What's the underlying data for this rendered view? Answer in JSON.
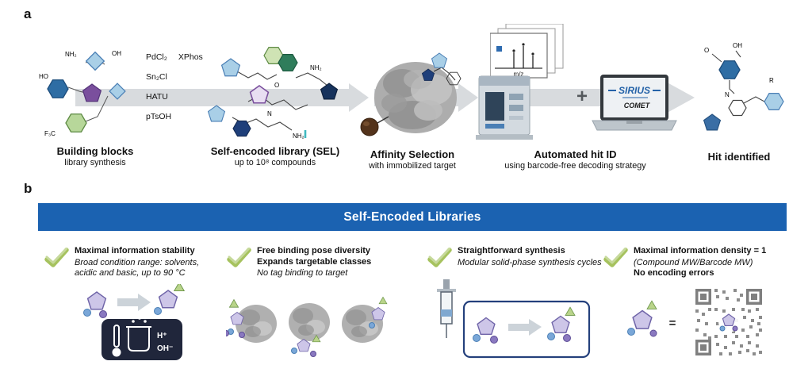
{
  "colors": {
    "banner_blue": "#1b62b1",
    "check_green": "#a6c25e",
    "arrow_gray": "#d8dbde",
    "sirius_blue": "#2563a8"
  },
  "panel_a": {
    "label": "a",
    "reagents": {
      "r1": "PdCl₂",
      "r2": "XPhos",
      "r3": "Sn₂Cl",
      "r4": "HATU",
      "r5": "pTsOH"
    },
    "stages": [
      {
        "title": "Building blocks",
        "subtitle": "library synthesis"
      },
      {
        "title": "Self-encoded library (SEL)",
        "subtitle": "up to 10⁸ compounds"
      },
      {
        "title": "Affinity Selection",
        "subtitle": "with immobilized target"
      },
      {
        "title": "Automated hit ID",
        "subtitle": "using barcode-free decoding strategy"
      },
      {
        "title": "Hit identified",
        "subtitle": ""
      }
    ],
    "building_block_atoms": {
      "a1": "NH₂",
      "a2": "OH",
      "a3": "HO",
      "a4": "F₃C"
    },
    "sel_atoms": {
      "a1": "NH₂",
      "a2": "NH₂",
      "a3": "O",
      "a4": "N"
    },
    "hit_atoms": {
      "a1": "OH",
      "a2": "N",
      "a3": "R",
      "a4": "O"
    },
    "ms_axis": "m/z",
    "plus": "+",
    "laptop": {
      "brand": "SIRIUS",
      "model": "COMET"
    }
  },
  "panel_b": {
    "label": "b",
    "banner": "Self-Encoded Libraries",
    "features": [
      {
        "title": "Maximal information stability",
        "italic": "Broad condition range: solvents, acidic and basic, up to 90 °C"
      },
      {
        "title": "Free binding pose diversity",
        "title2": "Expands targetable classes",
        "italic": "No tag binding to target"
      },
      {
        "title": "Straightforward synthesis",
        "italic": "Modular solid-phase synthesis cycles"
      },
      {
        "title": "Maximal information density = 1",
        "italic": "(Compound MW/Barcode MW)",
        "title2": "No encoding errors"
      }
    ],
    "condition_box": {
      "acid": "H⁺",
      "base": "OH⁻"
    },
    "equals": "="
  }
}
